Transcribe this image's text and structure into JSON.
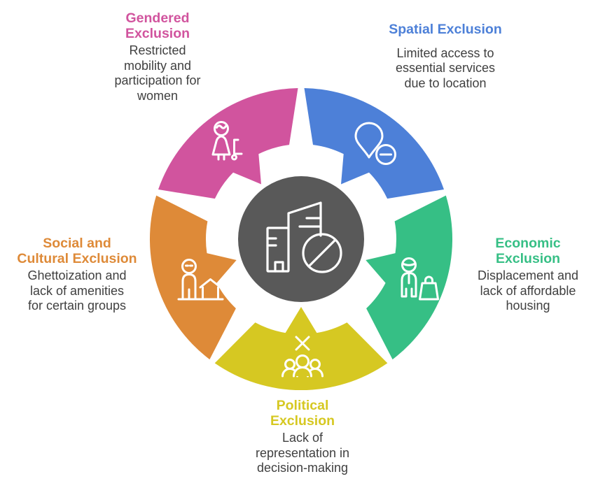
{
  "page": {
    "background": "#ffffff",
    "body_text_color": "#404040"
  },
  "center": {
    "icon": "city-no-entry-icon",
    "color": "#595959"
  },
  "segments": [
    {
      "id": "gendered",
      "color": "#d1549e",
      "icon": "woman-luggage-icon",
      "title_lines": [
        "Gendered",
        "Exclusion"
      ],
      "description_lines": [
        "Restricted",
        "mobility and",
        "participation for",
        "women"
      ]
    },
    {
      "id": "spatial",
      "color": "#4d80d8",
      "icon": "location-pin-minus-icon",
      "title_lines": [
        "Spatial Exclusion"
      ],
      "description_lines": [
        "Limited access to",
        "essential services",
        "due to location"
      ]
    },
    {
      "id": "economic",
      "color": "#36bf85",
      "icon": "person-shopping-bag-icon",
      "title_lines": [
        "Economic",
        "Exclusion"
      ],
      "description_lines": [
        "Displacement and",
        "lack of affordable",
        "housing"
      ]
    },
    {
      "id": "political",
      "color": "#d6c822",
      "icon": "group-crossed-out-icon",
      "title_lines": [
        "Political",
        "Exclusion"
      ],
      "description_lines": [
        "Lack of",
        "representation in",
        "decision-making"
      ]
    },
    {
      "id": "social",
      "color": "#de8a38",
      "icon": "person-house-icon",
      "title_lines": [
        "Social and",
        "Cultural Exclusion"
      ],
      "description_lines": [
        "Ghettoization and",
        "lack of amenities",
        "for certain groups"
      ]
    }
  ]
}
